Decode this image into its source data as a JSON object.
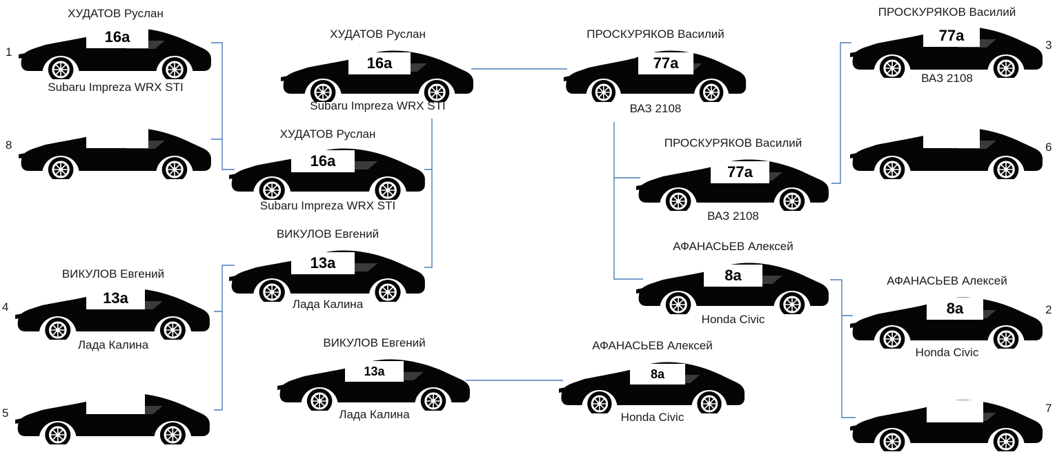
{
  "entries": [
    {
      "id": "s1",
      "name": "ХУДАТОВ Руслан",
      "plate": "16a",
      "model": "Subaru Impreza WRX STI"
    },
    {
      "id": "s8",
      "name": "",
      "plate": "",
      "model": ""
    },
    {
      "id": "s4",
      "name": "ВИКУЛОВ Евгений",
      "plate": "13a",
      "model": "Лада Калина"
    },
    {
      "id": "s5",
      "name": "",
      "plate": "",
      "model": ""
    },
    {
      "id": "qf1",
      "name": "ХУДАТОВ Руслан",
      "plate": "16a",
      "model": "Subaru Impreza WRX STI"
    },
    {
      "id": "qf2",
      "name": "ВИКУЛОВ Евгений",
      "plate": "13a",
      "model": "Лада Калина"
    },
    {
      "id": "sf1",
      "name": "ХУДАТОВ Руслан",
      "plate": "16a",
      "model": "Subaru Impreza WRX STI"
    },
    {
      "id": "final1",
      "name": "ПРОСКУРЯКОВ Василий",
      "plate": "77a",
      "model": "ВАЗ 2108"
    },
    {
      "id": "s3",
      "name": "ПРОСКУРЯКОВ Василий",
      "plate": "77a",
      "model": "ВАЗ 2108"
    },
    {
      "id": "s6",
      "name": "",
      "plate": "",
      "model": ""
    },
    {
      "id": "qf3",
      "name": "ПРОСКУРЯКОВ Василий",
      "plate": "77a",
      "model": "ВАЗ 2108"
    },
    {
      "id": "qf4",
      "name": "АФАНАСЬЕВ Алексей",
      "plate": "8a",
      "model": "Honda Civic"
    },
    {
      "id": "s2",
      "name": "АФАНАСЬЕВ Алексей",
      "plate": "8a",
      "model": "Honda Civic"
    },
    {
      "id": "s7",
      "name": "",
      "plate": "",
      "model": ""
    },
    {
      "id": "third1",
      "name": "ВИКУЛОВ Евгений",
      "plate": "13a",
      "model": "Лада Калина"
    },
    {
      "id": "third2",
      "name": "АФАНАСЬЕВ Алексей",
      "plate": "8a",
      "model": "Honda Civic"
    }
  ],
  "seeds": {
    "s1": "1",
    "s8": "8",
    "s4": "4",
    "s5": "5",
    "s3": "3",
    "s6": "6",
    "s2": "2",
    "s7": "7"
  },
  "colors": {
    "line": "#4a7ab8",
    "car": "#050505",
    "plate_bg": "#ffffff"
  }
}
